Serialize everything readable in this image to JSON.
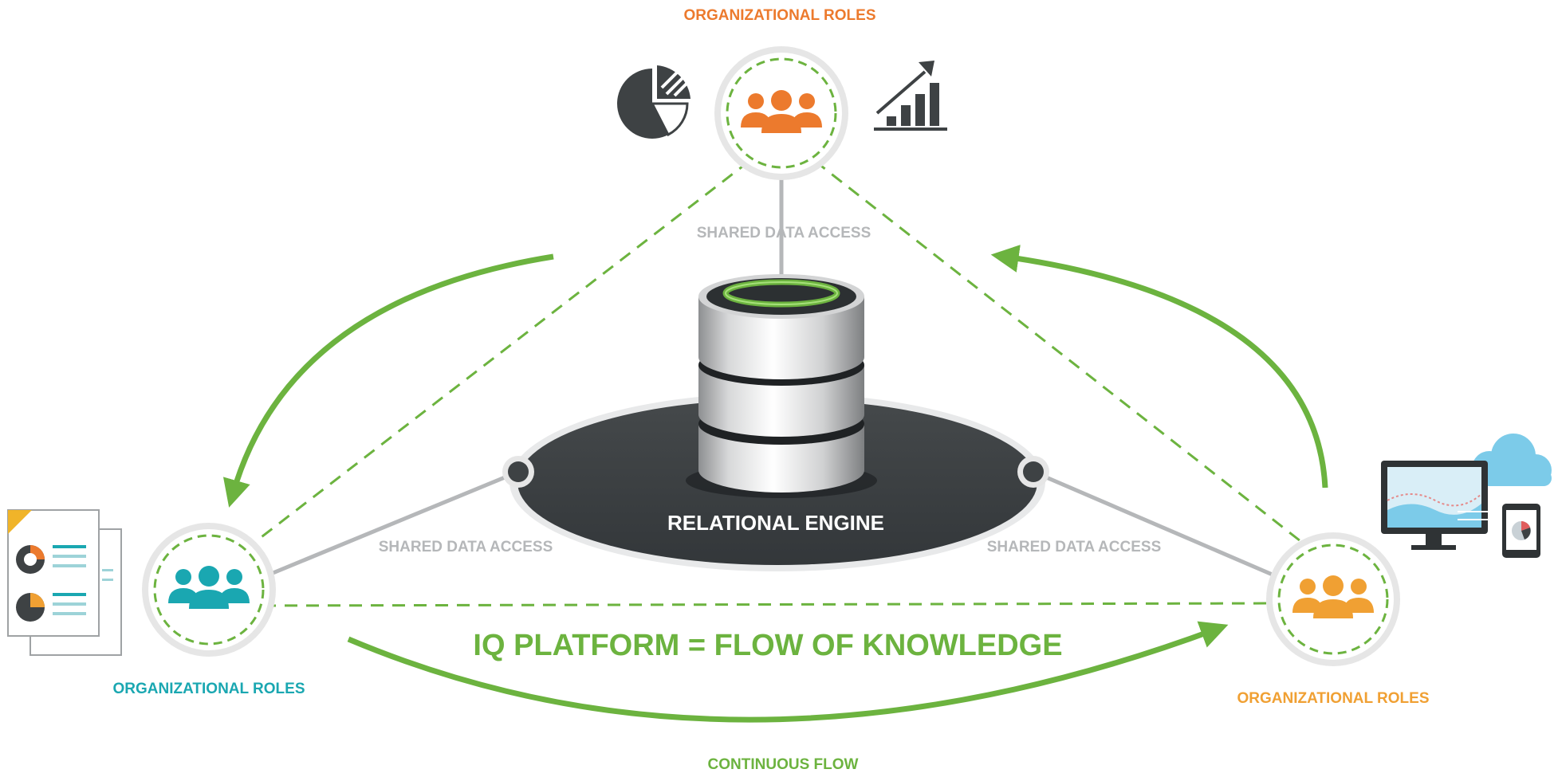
{
  "colors": {
    "green": "#6cb33f",
    "orange_top": "#ec7a2d",
    "orange_right": "#f0a033",
    "teal": "#1aa7b1",
    "dark": "#3e4244",
    "gray_label": "#b5b7b9",
    "ring": "#e6e6e6",
    "cloud": "#7ccbe9"
  },
  "roles": {
    "top": {
      "label": "ORGANIZATIONAL ROLES",
      "icon": "people-icon"
    },
    "left": {
      "label": "ORGANIZATIONAL ROLES",
      "icon": "people-icon"
    },
    "right": {
      "label": "ORGANIZATIONAL ROLES",
      "icon": "people-icon"
    }
  },
  "access": {
    "top": "SHARED DATA ACCESS",
    "left": "SHARED DATA ACCESS",
    "right": "SHARED DATA ACCESS"
  },
  "engine": {
    "label": "RELATIONAL ENGINE",
    "icon": "database-icon"
  },
  "platform": {
    "label": "IQ PLATFORM = FLOW OF KNOWLEDGE"
  },
  "flow": {
    "label": "CONTINUOUS FLOW"
  },
  "decor_icons": [
    "pie-chart-icon",
    "bar-chart-icon",
    "documents-icon",
    "monitor-icon",
    "cloud-icon",
    "tablet-icon"
  ]
}
